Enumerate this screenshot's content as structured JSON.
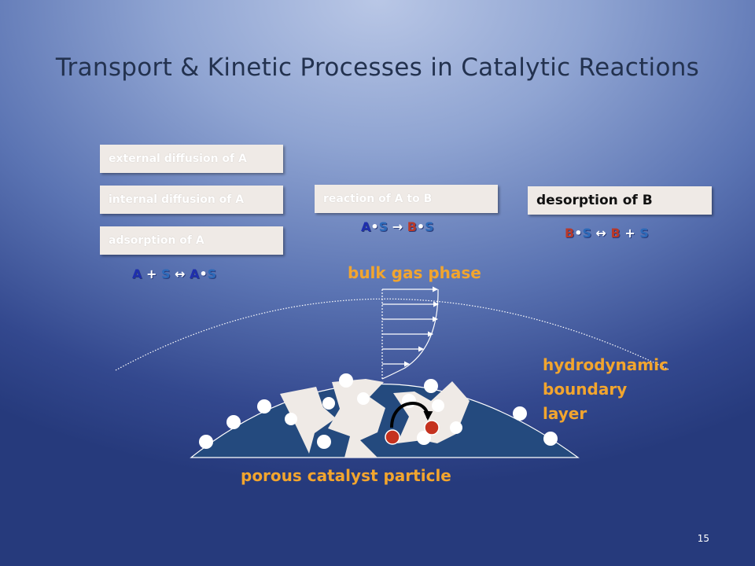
{
  "slide": {
    "title": "Transport & Kinetic Processes in Catalytic Reactions",
    "page_number": "15"
  },
  "steps": {
    "external_diffusion": "external diffusion of A",
    "internal_diffusion": "internal diffusion of A",
    "adsorption": "adsorption of A",
    "reaction": "reaction of A to B",
    "desorption": "desorption of B"
  },
  "equations": {
    "adsorption": {
      "a": "A",
      "plus": "+",
      "s": "S",
      "arrow": "↔",
      "a2": "A",
      "dot": "•",
      "s2": "S"
    },
    "reaction": {
      "a": "A",
      "dot": "•",
      "s": "S",
      "arrow": "→",
      "b": "B",
      "dot2": "•",
      "s2": "S"
    },
    "desorption": {
      "b": "B",
      "dot": "•",
      "s": "S",
      "arrow": "↔",
      "b2": "B",
      "plus": "+",
      "s2": "S"
    }
  },
  "labels": {
    "bulk_gas_phase": "bulk gas phase",
    "boundary_line1": "hydrodynamic",
    "boundary_line2": "boundary",
    "boundary_line3": "layer",
    "catalyst": "porous catalyst particle"
  },
  "colors": {
    "catalyst_fill": "#244a7e",
    "pore_fill": "#efeae6",
    "product_dot": "#c5321f",
    "label_orange": "#f2a52e"
  }
}
